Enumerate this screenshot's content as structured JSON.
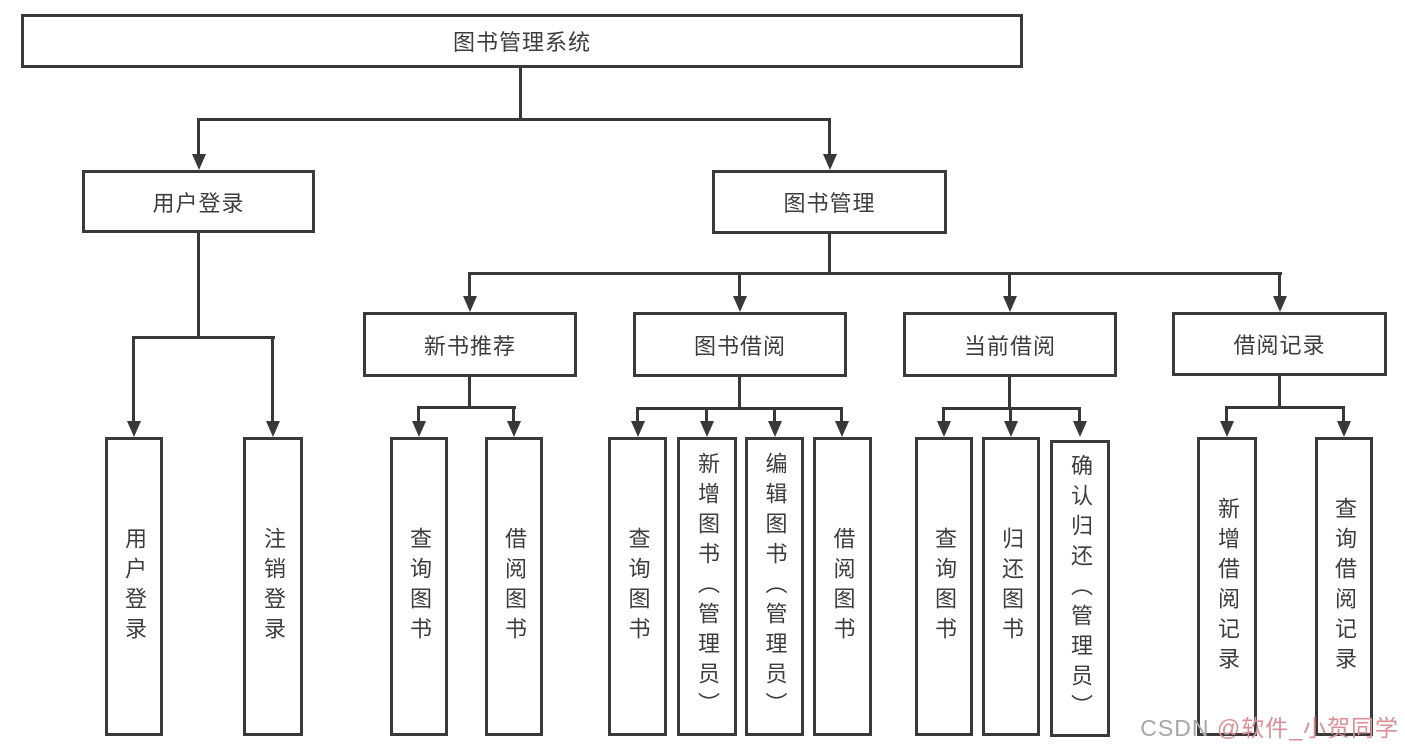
{
  "tree": {
    "root": "图书管理系统",
    "branches": [
      {
        "label": "用户登录",
        "leaves": [
          "用户登录",
          "注销登录"
        ]
      },
      {
        "label": "图书管理",
        "groups": [
          {
            "label": "新书推荐",
            "leaves": [
              "查询图书",
              "借阅图书"
            ]
          },
          {
            "label": "图书借阅",
            "leaves": [
              "查询图书",
              "新增图书（管理员）",
              "编辑图书（管理员）",
              "借阅图书"
            ]
          },
          {
            "label": "当前借阅",
            "leaves": [
              "查询图书",
              "归还图书",
              "确认归还（管理员）"
            ]
          },
          {
            "label": "借阅记录",
            "leaves": [
              "新增借阅记录",
              "查询借阅记录"
            ]
          }
        ]
      }
    ]
  },
  "watermark": {
    "prefix": "CSDN ",
    "handle": "@软件_小贺同学"
  },
  "colors": {
    "line": "#383838",
    "box_border": "#3a3a3a",
    "text": "#3d3d3d",
    "background": "#ffffff",
    "watermark_prefix": "#a6a6a6",
    "watermark_handle": "#d98f97"
  }
}
